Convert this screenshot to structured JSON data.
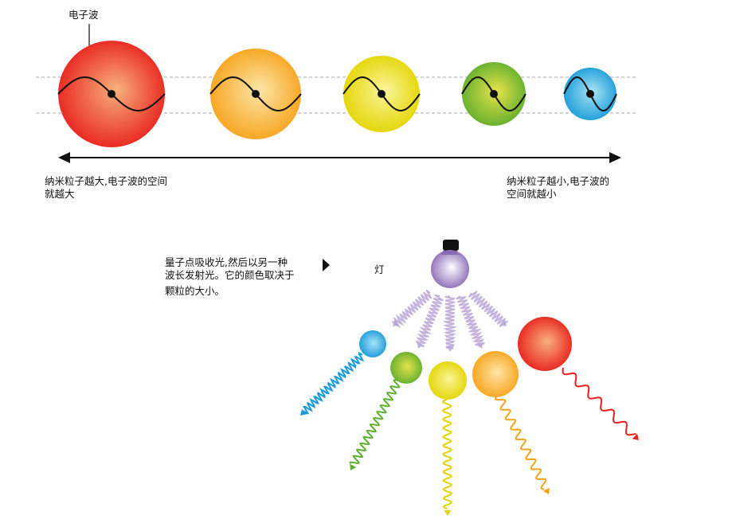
{
  "labels": {
    "electron_wave": "电子波",
    "large_particle": "纳米粒子越大,电子波的空间\n就越大",
    "small_particle": "纳米粒子越小,电子波的\n空间就越小",
    "quantum_dot": "量子点吸收光,然后以另一种\n波长发射光。它的颜色取决于",
    "quantum_dot_2": "颗粒的大小。",
    "lamp": "灯"
  },
  "colors": {
    "red": "#e8201c",
    "orange": "#f7a21a",
    "yellow": "#e3d400",
    "green": "#5fae2e",
    "blue": "#1a9ad9",
    "lamp": "#8a6ab5"
  }
}
